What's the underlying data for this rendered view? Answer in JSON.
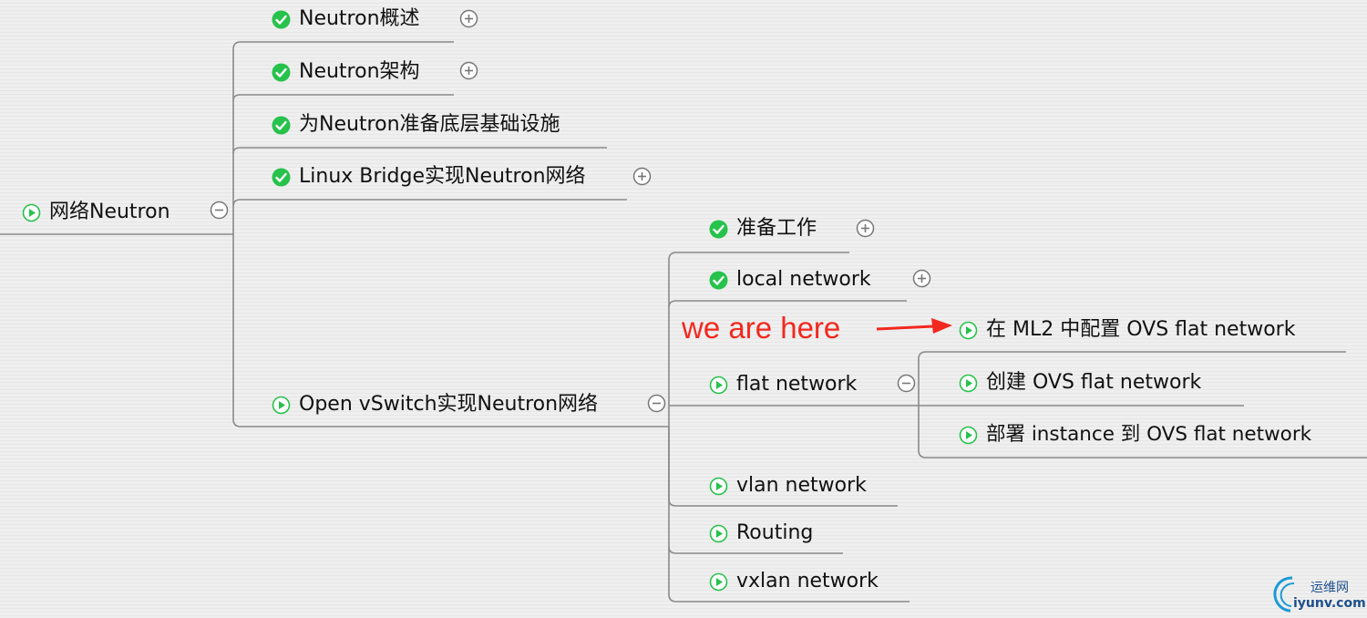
{
  "root": {
    "label": "网络Neutron",
    "icon": "play-circle-icon",
    "toggle": "collapse-icon"
  },
  "branches": [
    {
      "label": "Neutron概述",
      "icon": "check-circle-icon",
      "toggle": "expand-icon"
    },
    {
      "label": "Neutron架构",
      "icon": "check-circle-icon",
      "toggle": "expand-icon"
    },
    {
      "label": "为Neutron准备底层基础设施",
      "icon": "check-circle-icon"
    },
    {
      "label": "Linux Bridge实现Neutron网络",
      "icon": "check-circle-icon",
      "toggle": "expand-icon"
    },
    {
      "label": "Open vSwitch实现Neutron网络",
      "icon": "play-circle-icon",
      "toggle": "collapse-icon"
    }
  ],
  "ovs_children": [
    {
      "label": "准备工作",
      "icon": "check-circle-icon",
      "toggle": "expand-icon"
    },
    {
      "label": "local network",
      "icon": "check-circle-icon",
      "toggle": "expand-icon"
    },
    {
      "label": "flat network",
      "icon": "play-circle-icon",
      "toggle": "collapse-icon"
    },
    {
      "label": "vlan network",
      "icon": "play-circle-icon"
    },
    {
      "label": "Routing",
      "icon": "play-circle-icon"
    },
    {
      "label": "vxlan network",
      "icon": "play-circle-icon"
    }
  ],
  "flat_children": [
    {
      "label": "在 ML2 中配置 OVS flat network",
      "icon": "play-circle-icon"
    },
    {
      "label": "创建 OVS flat network",
      "icon": "play-circle-icon"
    },
    {
      "label": "部署 instance 到  OVS flat network",
      "icon": "play-circle-icon"
    }
  ],
  "annotation": {
    "text": "we are here",
    "color": "#f2281e",
    "arrow": "arrow-right-icon"
  },
  "watermark": {
    "cn": "运维网",
    "en": "iyunv.com"
  },
  "colors": {
    "check": "#27c24c",
    "play": "#27c24c",
    "line": "#8a8a8a",
    "toggle": "#777777"
  }
}
